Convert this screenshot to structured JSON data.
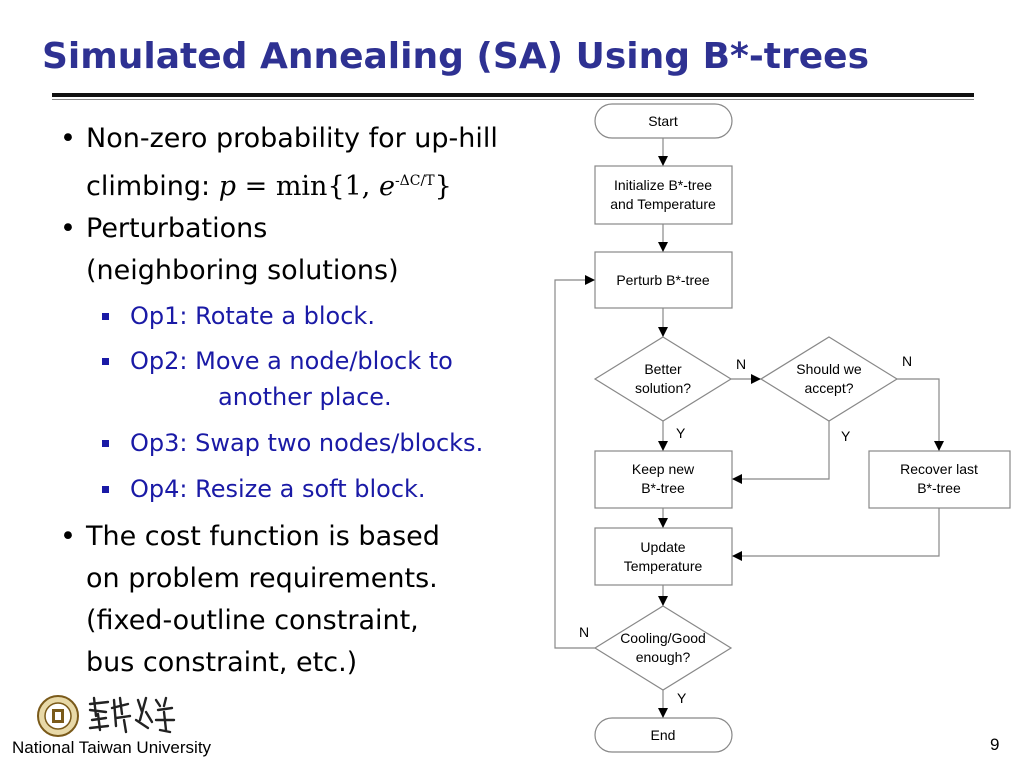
{
  "slide": {
    "title": "Simulated Annealing (SA) Using B*-trees",
    "page_number": "9",
    "university": "National Taiwan University"
  },
  "bullets": {
    "b1_line1": "Non-zero probability for up-hill",
    "b1_line2_prefix": "climbing: ",
    "formula": {
      "p": "p",
      "eq_min": " = min{1, ",
      "e": "e",
      "exp": "-ΔC/T",
      "close": "}"
    },
    "b2_line1": "Perturbations",
    "b2_line2": "(neighboring solutions)",
    "ops": [
      {
        "line1": "Op1: Rotate a block."
      },
      {
        "line1": "Op2: Move a node/block to",
        "line2": "another place."
      },
      {
        "line1": "Op3: Swap two nodes/blocks."
      },
      {
        "line1": "Op4: Resize a soft block."
      }
    ],
    "b3_lines": [
      "The cost function is based",
      "on problem requirements.",
      "(fixed-outline constraint,",
      "bus constraint, etc.)"
    ]
  },
  "flowchart": {
    "start": "Start",
    "init_line1": "Initialize B*-tree",
    "init_line2": "and Temperature",
    "perturb": "Perturb B*-tree",
    "better_line1": "Better",
    "better_line2": "solution?",
    "accept_line1": "Should we",
    "accept_line2": "accept?",
    "keep_line1": "Keep new",
    "keep_line2": "B*-tree",
    "recover_line1": "Recover last",
    "recover_line2": "B*-tree",
    "update_line1": "Update",
    "update_line2": "Temperature",
    "cooling_line1": "Cooling/Good",
    "cooling_line2": "enough?",
    "end": "End",
    "label_n": "N",
    "label_y": "Y"
  }
}
